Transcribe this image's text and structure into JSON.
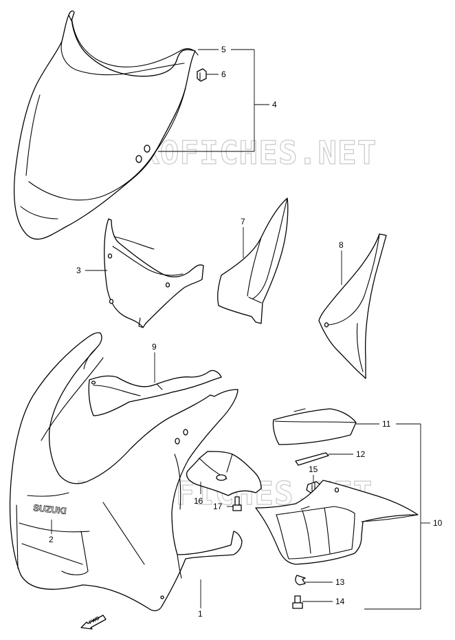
{
  "watermark": {
    "text_top": "MICROFICHES.NET",
    "text_bottom": "MICROFICHES.NET",
    "color": "#c9c9c9"
  },
  "fairing_brand": "SUZUKI",
  "direction_label": "FWD",
  "callouts": {
    "n1": "1",
    "n2": "2",
    "n3": "3",
    "n4": "4",
    "n5": "5",
    "n6": "6",
    "n7": "7",
    "n8": "8",
    "n9": "9",
    "n10": "10",
    "n11": "11",
    "n12": "12",
    "n13": "13",
    "n14": "14",
    "n15": "15",
    "n16": "16",
    "n17": "17"
  },
  "colors": {
    "ink": "#000000",
    "paper": "#ffffff"
  }
}
